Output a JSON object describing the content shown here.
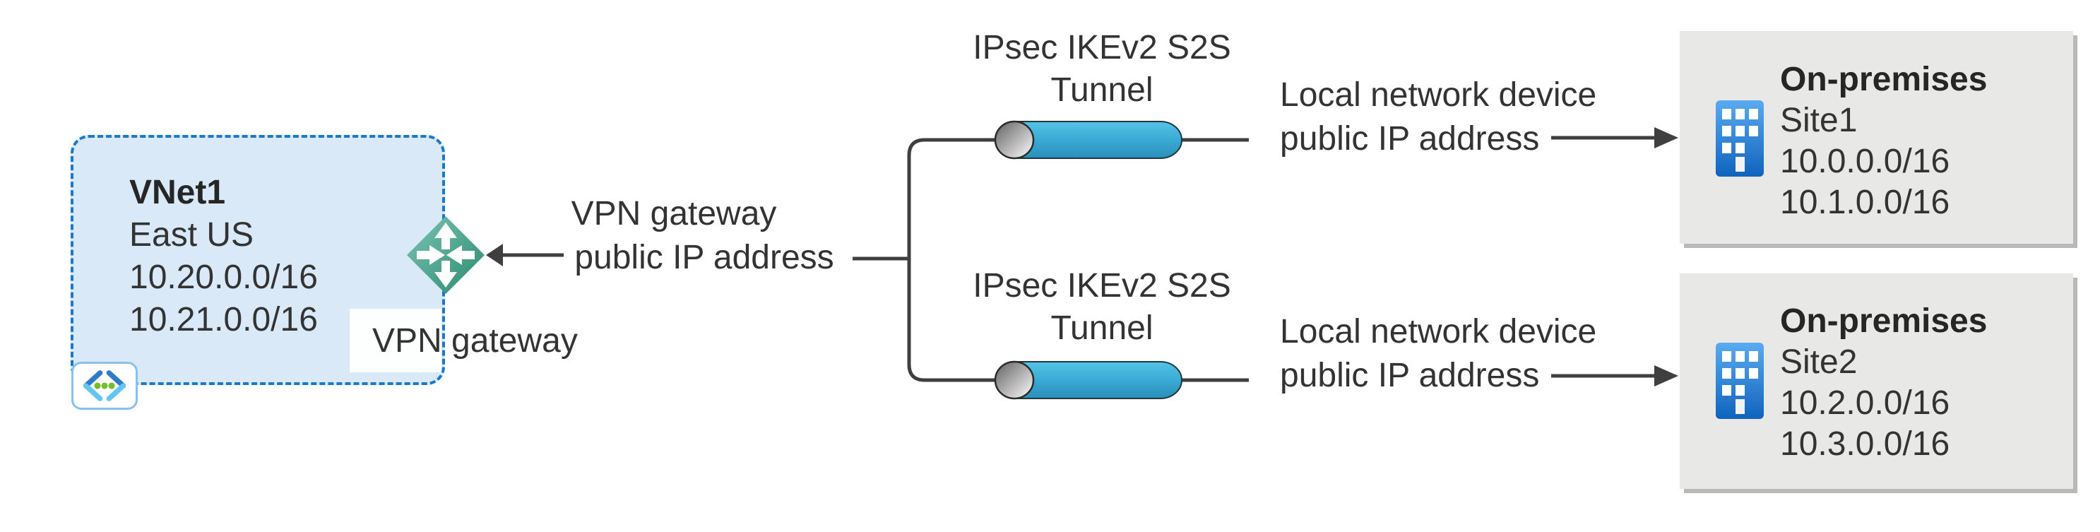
{
  "vnet": {
    "name": "VNet1",
    "region": "East US",
    "prefixes": [
      "10.20.0.0/16",
      "10.21.0.0/16"
    ],
    "gateway_label": "VPN gateway"
  },
  "gateway_ip_label": {
    "line1": "VPN gateway",
    "line2": "public IP address"
  },
  "tunnel_label": {
    "line1": "IPsec IKEv2 S2S",
    "line2": "Tunnel"
  },
  "local_device_label": {
    "line1": "Local network device",
    "line2": "public IP address"
  },
  "sites": [
    {
      "title": "On-premises",
      "name": "Site1",
      "prefixes": [
        "10.0.0.0/16",
        "10.1.0.0/16"
      ]
    },
    {
      "title": "On-premises",
      "name": "Site2",
      "prefixes": [
        "10.2.0.0/16",
        "10.3.0.0/16"
      ]
    }
  ],
  "icons": {
    "vnet": "virtual-network-icon",
    "gateway": "vpn-gateway-icon",
    "building": "building-icon",
    "tunnel": "tunnel-cylinder-icon"
  },
  "colors": {
    "vnet_fill": "#d9e9f7",
    "vnet_border": "#1b79cc",
    "diamond_top": "#7cc4b1",
    "diamond_bottom": "#2a8a70",
    "tunnel_top": "#55c3e6",
    "tunnel_bottom": "#2a8fba",
    "connector_line": "#3f3f3f",
    "site_bg": "#e8e8e6",
    "site_shadow": "#b9b9b9",
    "building_top": "#5aabf0",
    "building_bottom": "#0f63bd",
    "text": "#333333",
    "green_dot": "#76bc2d",
    "chevron_dark": "#2e7bc9",
    "chevron_light": "#62c6f0"
  }
}
